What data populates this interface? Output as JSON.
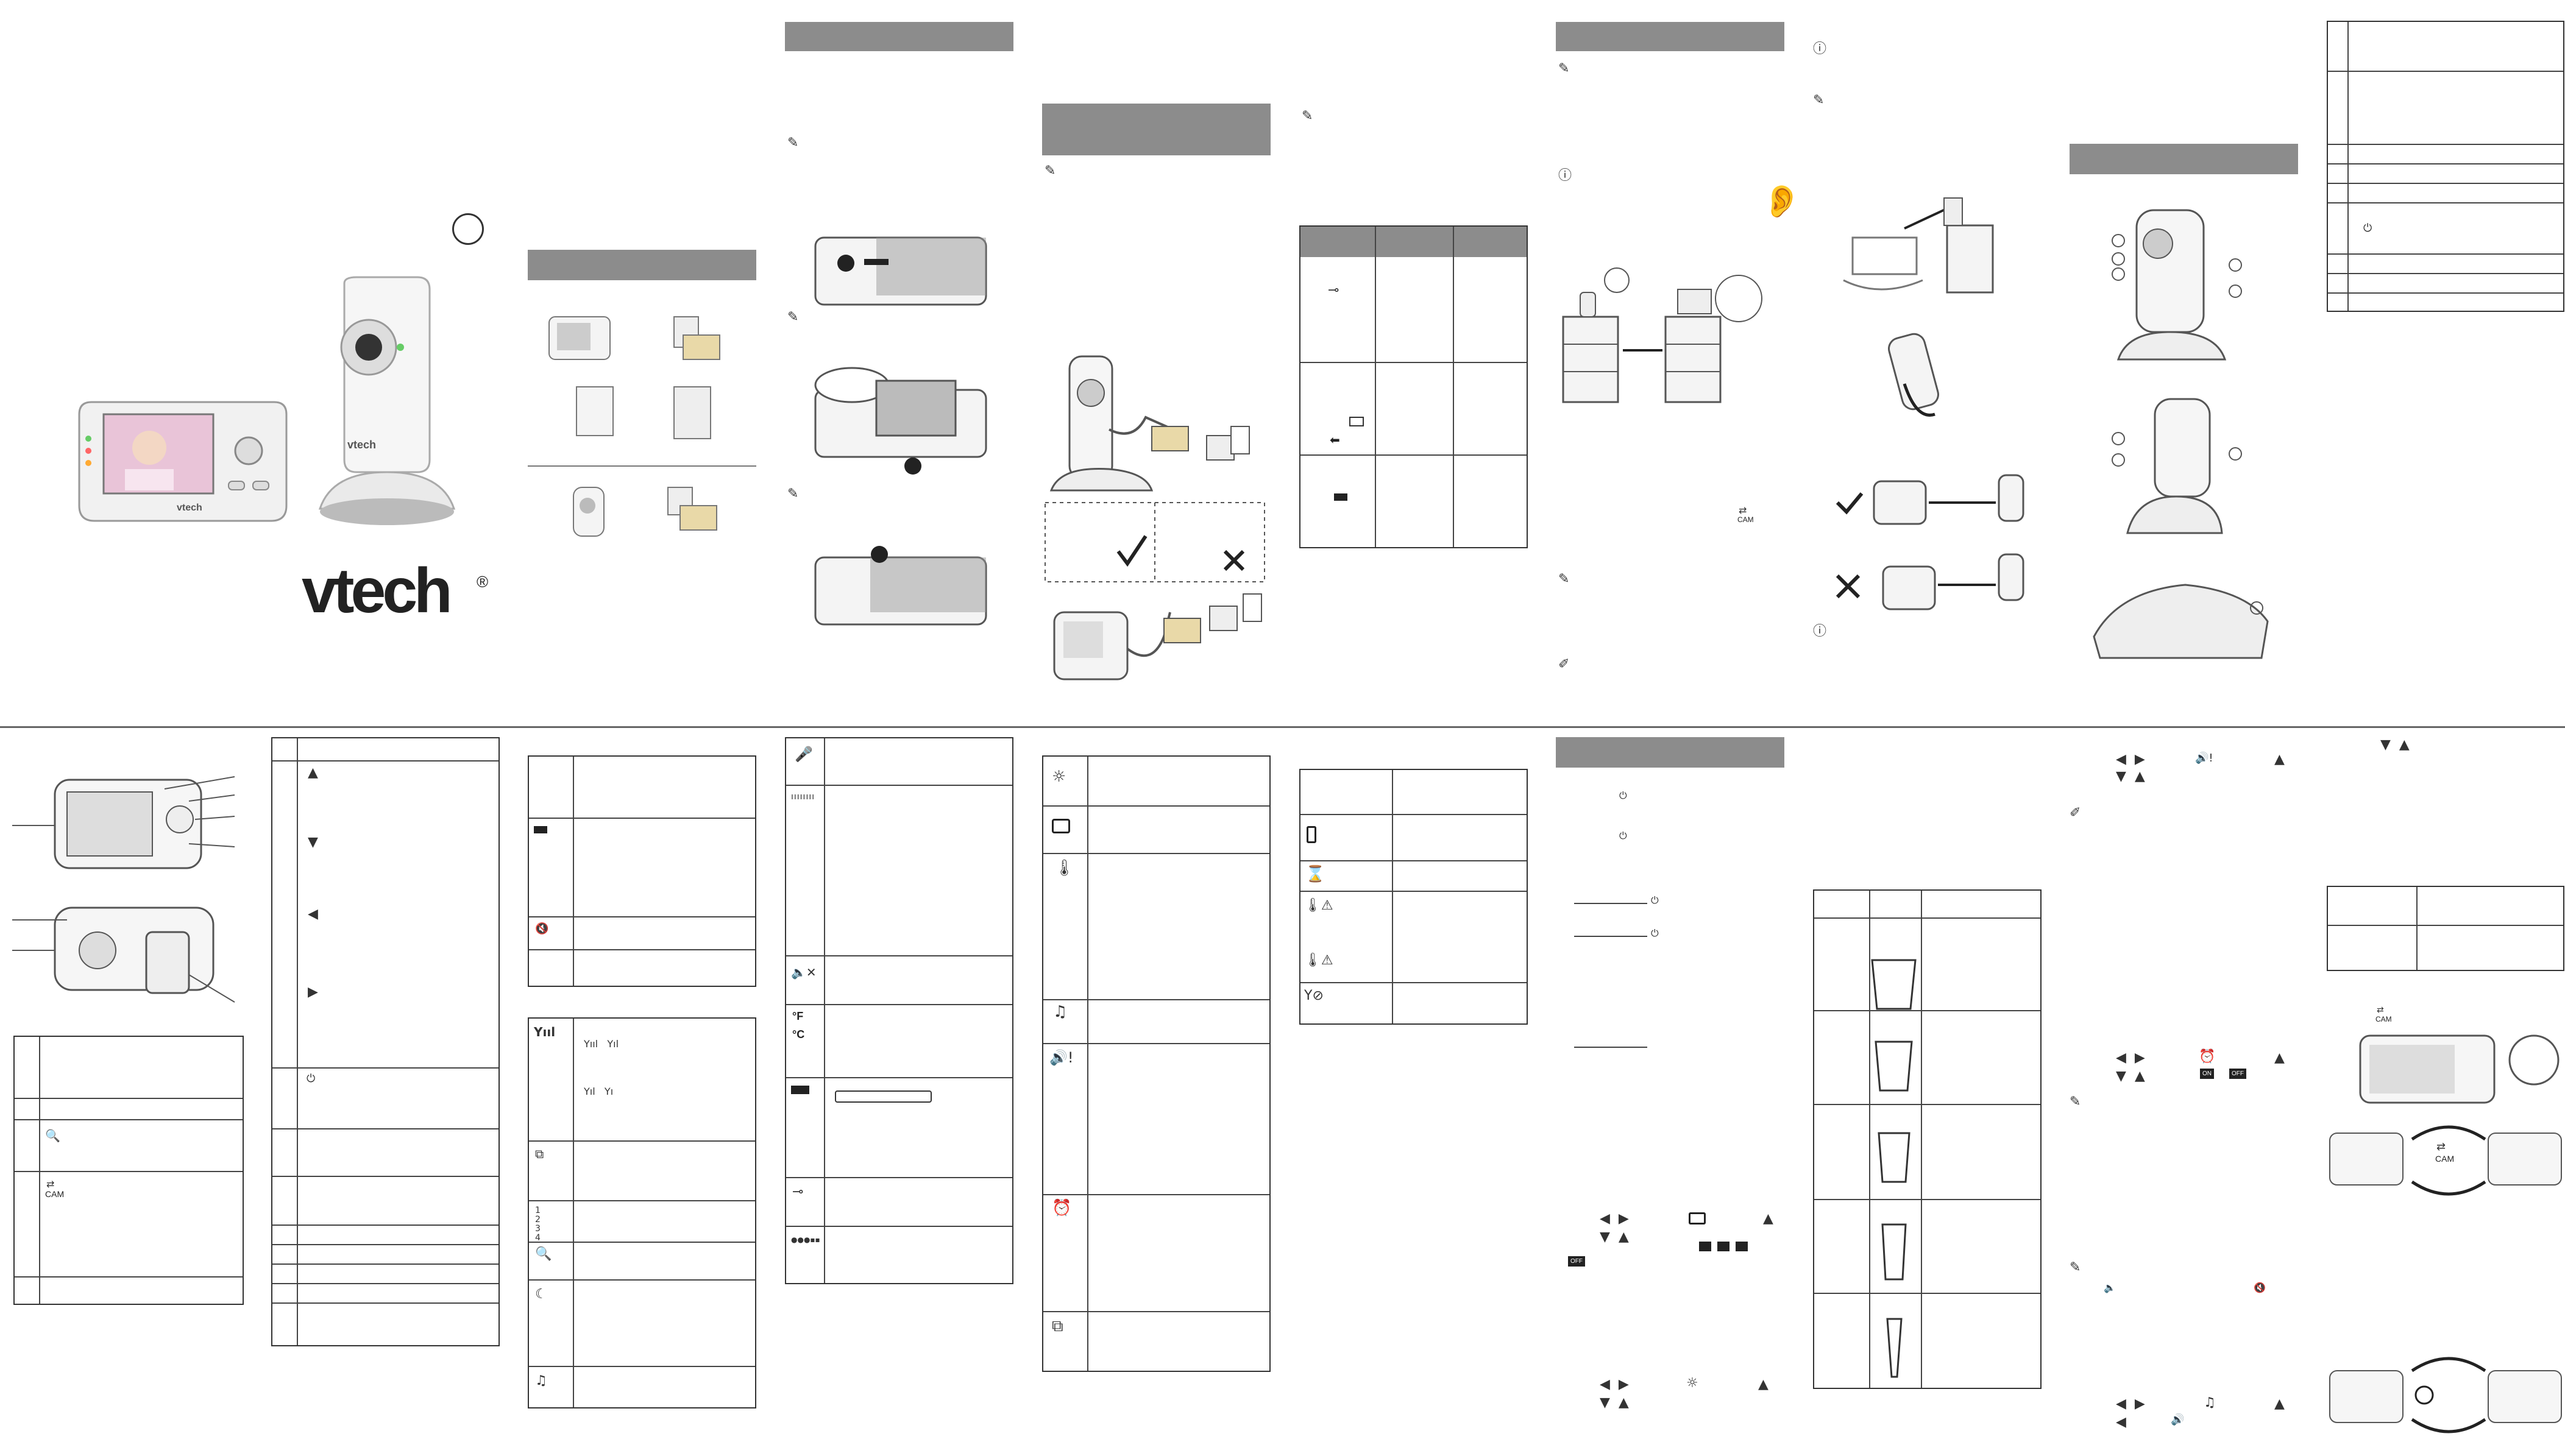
{
  "brand": {
    "logo_text": "vtech",
    "registered_mark": "®"
  },
  "camera_labels": {
    "cam_label": "CAM"
  },
  "signal_numbers": {
    "n1": "1",
    "n2": "2",
    "n3": "3",
    "n4": "4"
  },
  "badges": {
    "on": "ON",
    "off": "OFF"
  },
  "temperature": {
    "fahrenheit": "°F",
    "celsius": "°C"
  },
  "icons": {
    "mic": "microphone-icon",
    "note": "music-note-icon",
    "power": "power-icon",
    "zoom": "zoom-icon",
    "bell": "alert-icon",
    "ear": "ear-icon"
  }
}
